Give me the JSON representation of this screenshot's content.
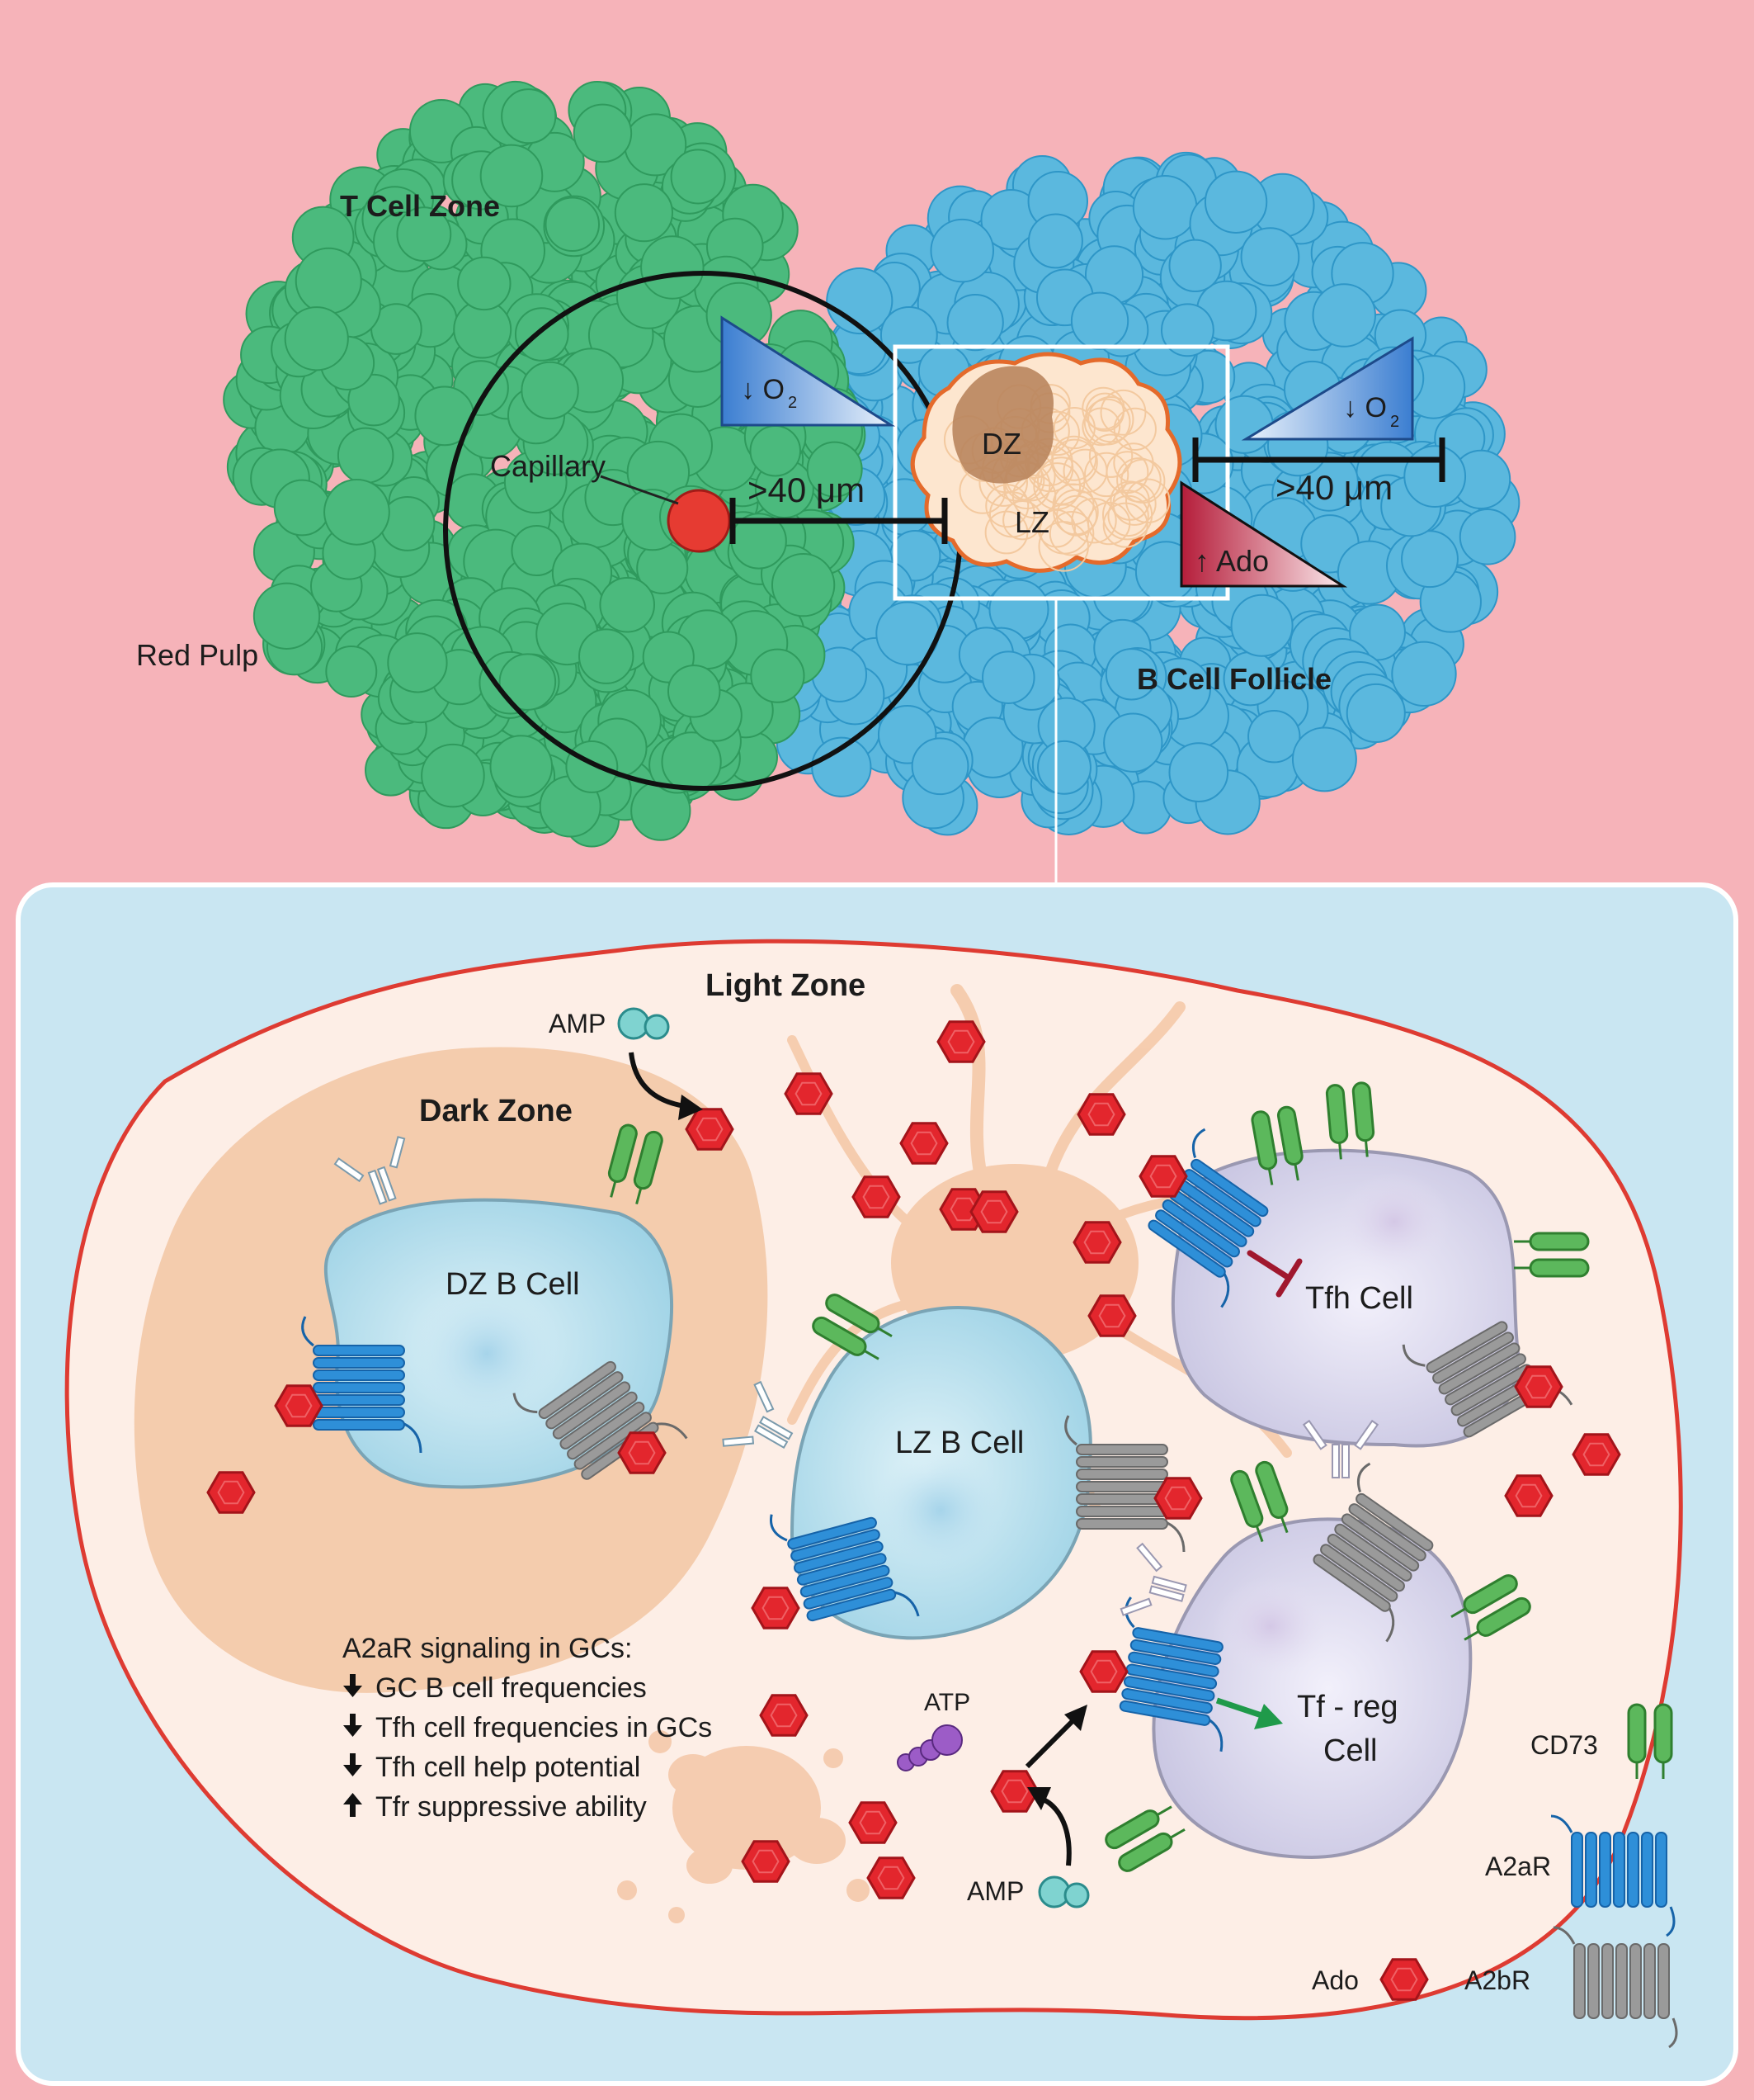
{
  "colors": {
    "background": "#f6b3b9",
    "t_cell_zone": "#4bba7d",
    "b_cell_follicle": "#5bb8de",
    "panel": "#c9e6f2",
    "germinal_center": "#fdeee6",
    "dark_zone": "#f3c8a9",
    "adenosine": "#e3262d",
    "cd73": "#5cb85c",
    "a2ar": "#2e8fd8",
    "a2br": "#9a9a9a",
    "atp": "#7d3fa8",
    "amp": "#7fd3d0"
  },
  "top": {
    "t_cell_zone": "T Cell Zone",
    "b_cell_follicle": "B Cell Follicle",
    "red_pulp": "Red Pulp",
    "capillary": "Capillary",
    "distance_left": ">40 μm",
    "distance_right": ">40 μm",
    "o2_left": "↓ O",
    "o2_left_sub": "2",
    "o2_right": "↓ O",
    "o2_right_sub": "2",
    "ado": "↑ Ado",
    "dz": "DZ",
    "lz": "LZ"
  },
  "bottom": {
    "light_zone": "Light Zone",
    "dark_zone": "Dark Zone",
    "amp_top": "AMP",
    "amp_bottom": "AMP",
    "atp": "ATP",
    "dz_b_cell": "DZ B Cell",
    "lz_b_cell": "LZ B Cell",
    "tfh_cell": "Tfh Cell",
    "tfreg_line1": "Tf - reg",
    "tfreg_line2": "Cell",
    "summary_title": "A2aR signaling in GCs:",
    "summary_items": [
      {
        "arrow": "down",
        "text": "GC B cell frequencies"
      },
      {
        "arrow": "down",
        "text": "Tfh cell frequencies in GCs"
      },
      {
        "arrow": "down",
        "text": "Tfh cell help potential"
      },
      {
        "arrow": "up",
        "text": "Tfr suppressive ability"
      }
    ]
  },
  "legend": {
    "cd73": "CD73",
    "a2ar": "A2aR",
    "ado": "Ado",
    "a2br": "A2bR"
  }
}
